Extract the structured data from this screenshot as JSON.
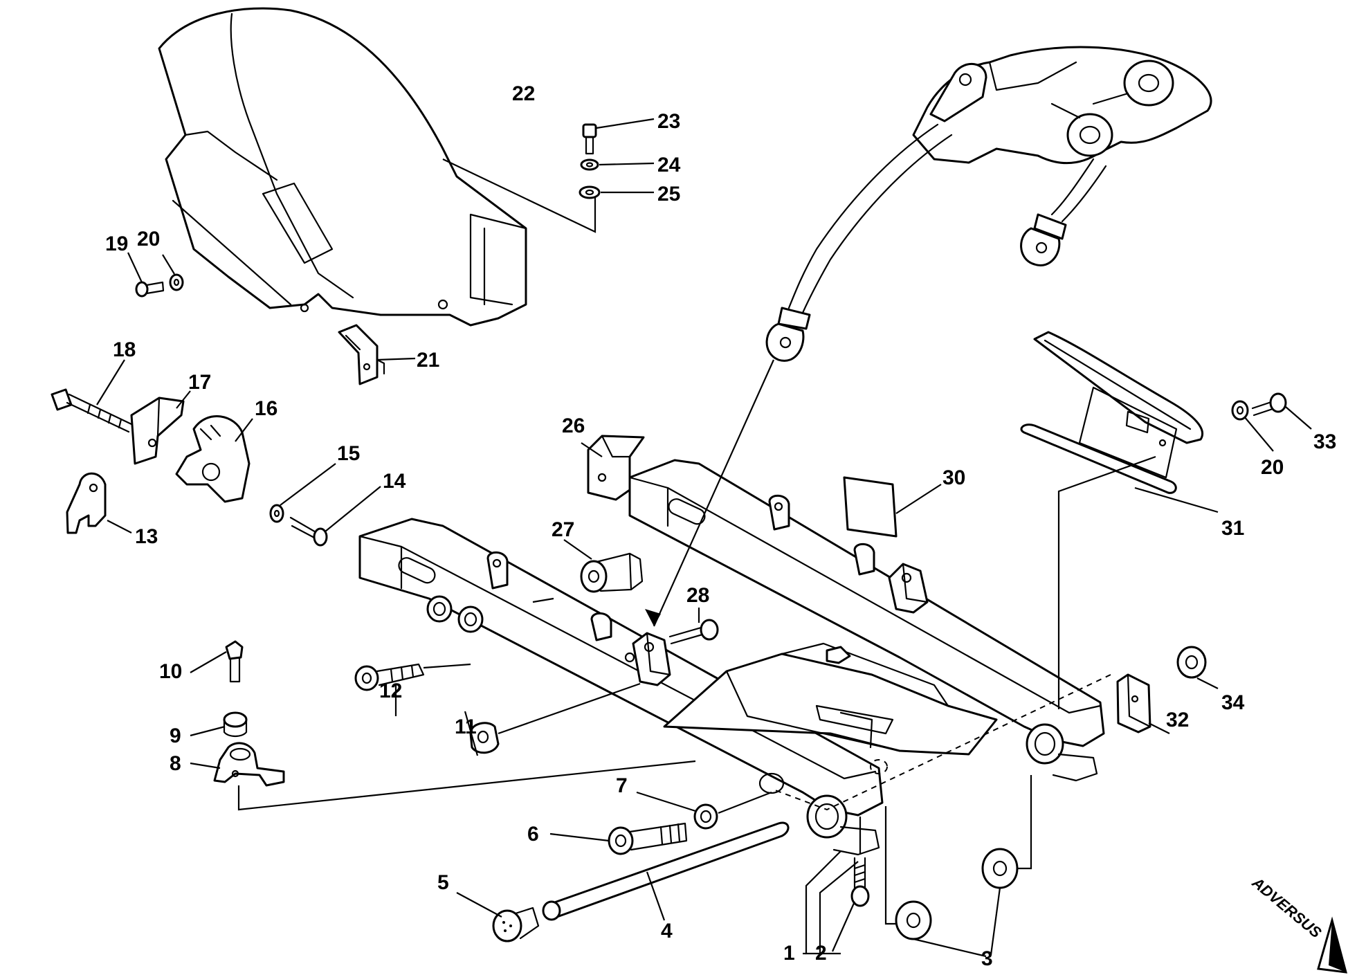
{
  "diagram": {
    "callouts": {
      "c1": "1",
      "c2": "2",
      "c3": "3",
      "c4": "4",
      "c5": "5",
      "c6": "6",
      "c7": "7",
      "c8": "8",
      "c9": "9",
      "c10": "10",
      "c11": "11",
      "c12": "12",
      "c13": "13",
      "c14": "14",
      "c15": "15",
      "c16": "16",
      "c17": "17",
      "c18": "18",
      "c19": "19",
      "c20a": "20",
      "c20b": "20",
      "c21": "21",
      "c22": "22",
      "c23": "23",
      "c24": "24",
      "c25": "25",
      "c26": "26",
      "c27": "27",
      "c28": "28",
      "c30": "30",
      "c31": "31",
      "c32": "32",
      "c33": "33",
      "c34": "34"
    },
    "logo": {
      "text": "ADVERSUS"
    },
    "colors": {
      "ink": "#000000",
      "paper": "#ffffff"
    }
  }
}
